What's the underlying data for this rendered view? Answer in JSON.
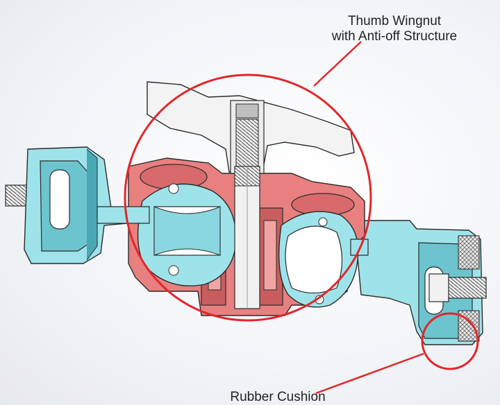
{
  "labels": {
    "wingnut_line1": "Thumb Wingnut",
    "wingnut_line2": "with Anti-off Structure",
    "rubber": "Rubber Cushion"
  },
  "colors": {
    "cyan": "#9fe3ea",
    "cyan_dark": "#5fb9c4",
    "red_body": "#e8807f",
    "red_dark": "#c95d5e",
    "white_part": "#f3f3f3",
    "callout": "#e3262b",
    "outline": "#2a2a2a"
  }
}
